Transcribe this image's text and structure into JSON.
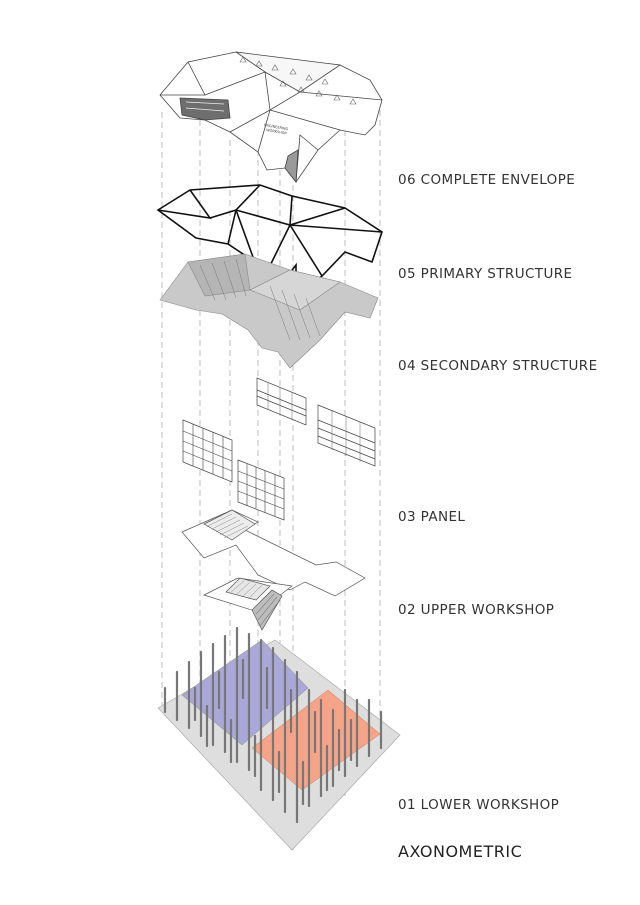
{
  "title": "AXONOMETRIC",
  "layers": [
    {
      "label": "06 COMPLETE ENVELOPE"
    },
    {
      "label": "05 PRIMARY STRUCTURE"
    },
    {
      "label": "04 SECONDARY STRUCTURE"
    },
    {
      "label": "03 PANEL"
    },
    {
      "label": "02 UPPER WORKSHOP"
    },
    {
      "label": "01 LOWER WORKSHOP"
    }
  ],
  "envelope_sign": {
    "line1": "ENGINEERING",
    "line2": "WORKSHOP"
  },
  "colors": {
    "lower_workshop_purple": "#a9a8d8",
    "lower_workshop_orange": "#f6a487",
    "ground_plate": "#dedede",
    "secondary_structure": "#c9c9c9",
    "line": "#333333"
  }
}
